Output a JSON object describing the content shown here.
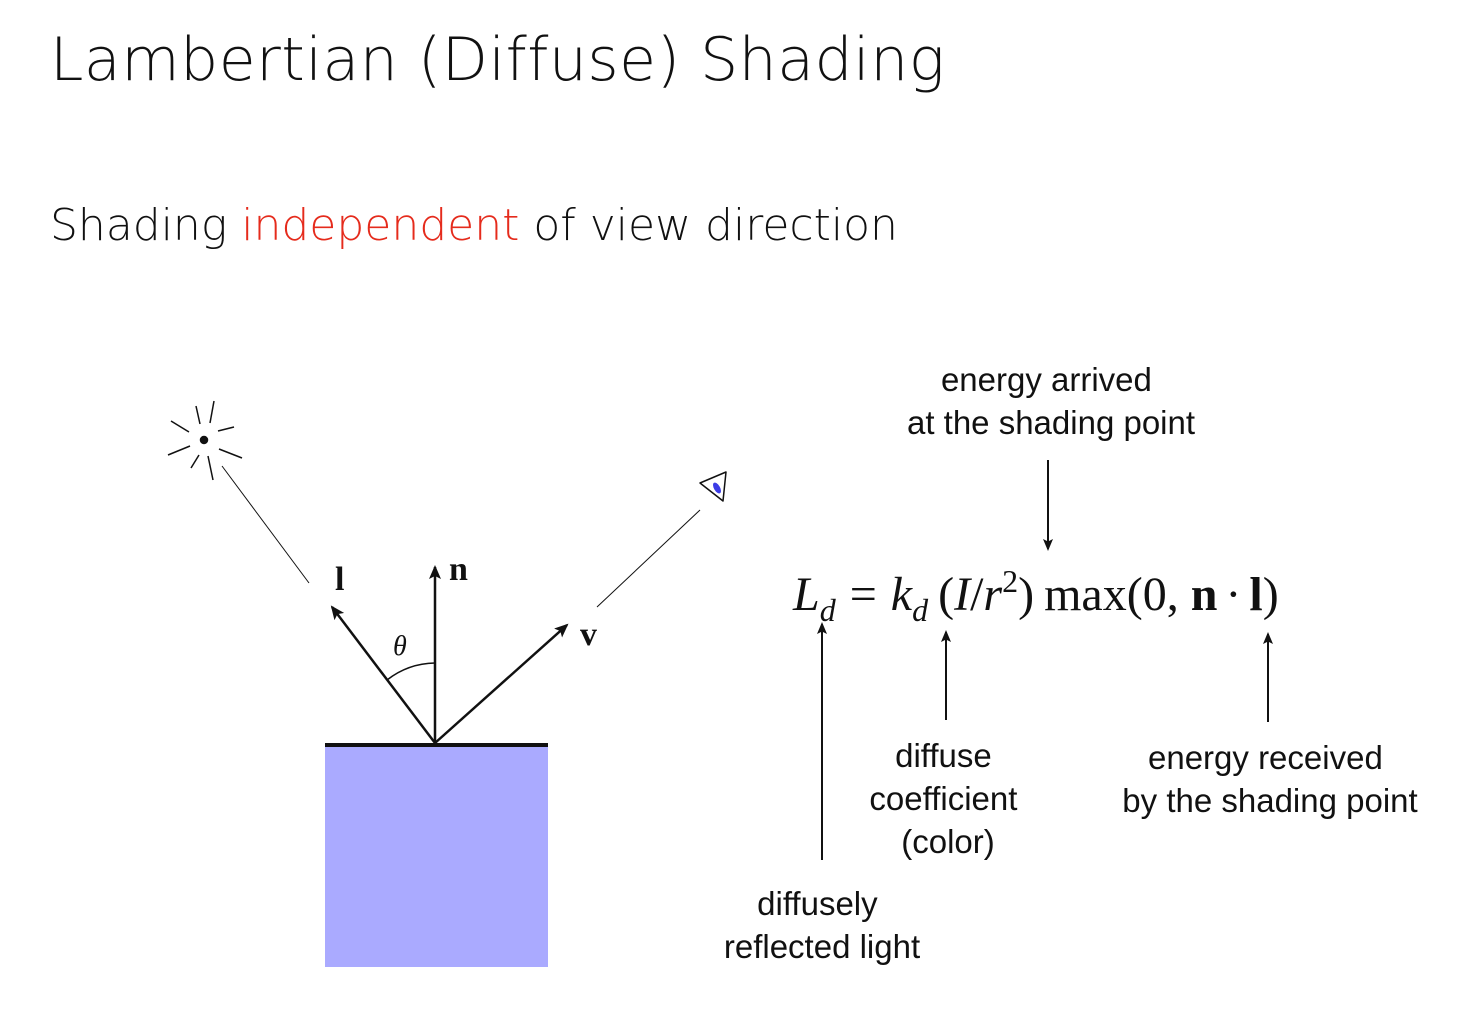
{
  "title": "Lambertian (Diffuse) Shading",
  "subtitle": {
    "prefix": "Shading ",
    "highlight": "independent",
    "suffix": " of view direction"
  },
  "colors": {
    "highlight": "#e52b1c",
    "surface": "#aaaaff",
    "eye_pupil": "#3c3ce6"
  },
  "diagram": {
    "vector_labels": {
      "light": "l",
      "normal": "n",
      "view": "v",
      "angle": "θ"
    },
    "icons": [
      "light-source-icon",
      "eye-icon"
    ]
  },
  "equation": {
    "L": "L",
    "L_sub": "d",
    "eq": "=",
    "k": "k",
    "k_sub": "d",
    "open": "(",
    "I": "I",
    "slash": "/",
    "r": "r",
    "r_exp": "2",
    "close": ")",
    "max": "max",
    "args_open": "(0, ",
    "n": "n",
    "dot": "·",
    "l": "l",
    "args_close": ")"
  },
  "annotations": {
    "energy_arrived": [
      "energy arrived",
      "at the shading point"
    ],
    "diffuse_coefficient": [
      "diffuse",
      "coefficient",
      "(color)"
    ],
    "energy_received": [
      "energy received",
      "by the shading point"
    ],
    "diffusely_reflected": [
      "diffusely",
      "reflected light"
    ]
  }
}
